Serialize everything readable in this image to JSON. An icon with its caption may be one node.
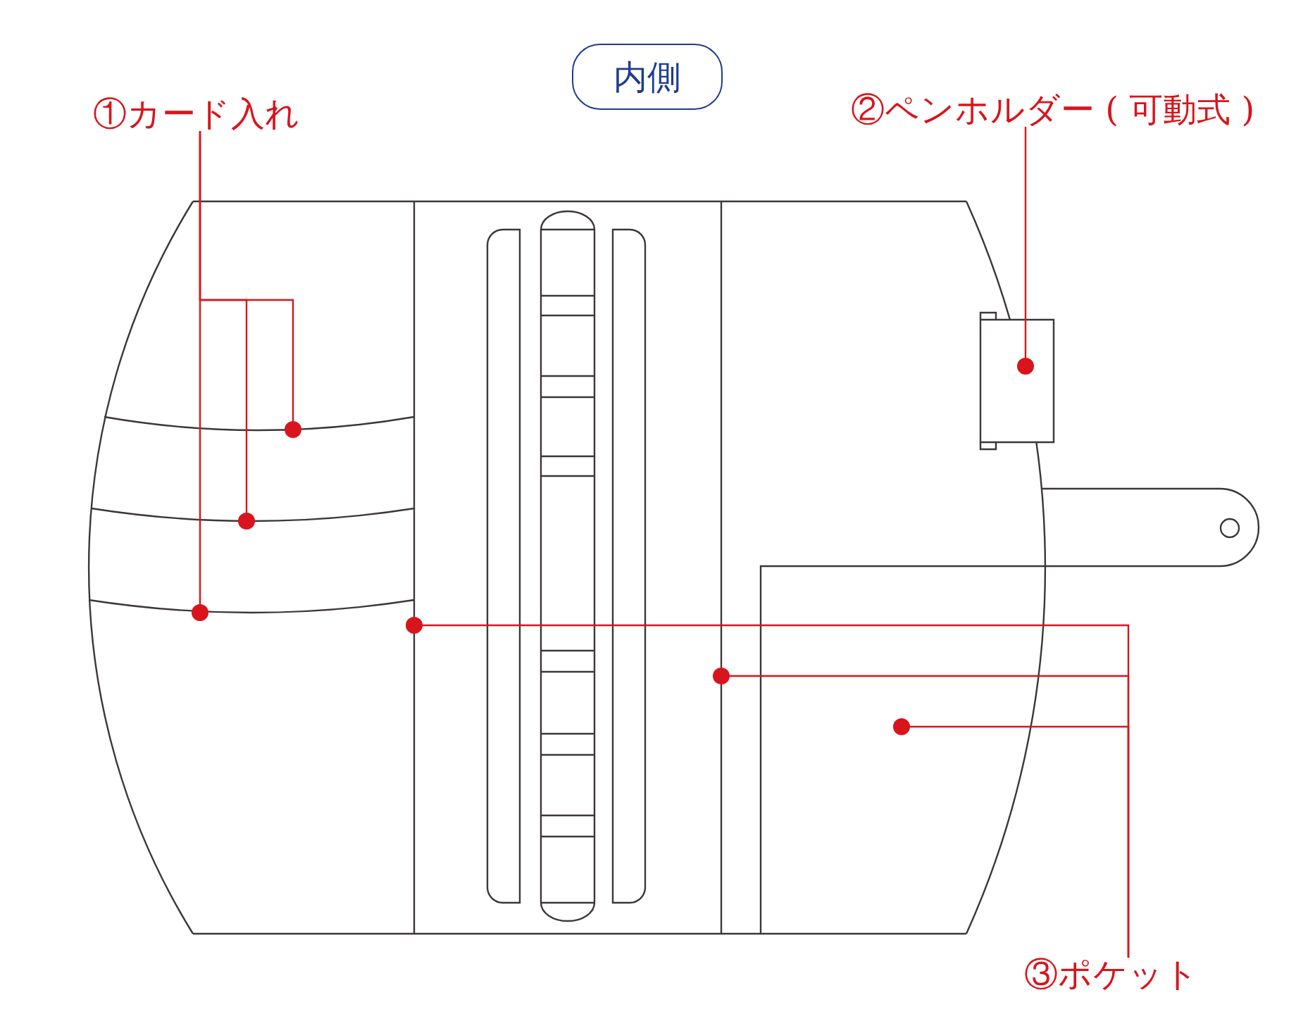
{
  "diagram": {
    "title": "内側",
    "nodes": [
      {
        "text": [
          "①カード入れ"
        ]
      },
      {
        "text": [
          "②ペンホルダー ( 可動式 )"
        ]
      },
      {
        "text": [],
        "shape": "line"
      },
      {
        "text": [],
        "shape": "line"
      },
      {
        "text": [],
        "shape": "line"
      },
      {
        "text": [],
        "shape": "box"
      },
      {
        "text": [],
        "shape": "line"
      },
      {
        "text": [],
        "shape": "line"
      },
      {
        "text": [],
        "shape": "box"
      },
      {
        "text": [
          "③ポケット"
        ]
      }
    ],
    "edges": [
      {
        "from": 0,
        "to": 2,
        "arrow": "other"
      },
      {
        "from": 0,
        "to": 3,
        "arrow": "other"
      },
      {
        "from": 0,
        "to": 4,
        "arrow": "other"
      },
      {
        "from": 1,
        "to": 5,
        "arrow": "other"
      },
      {
        "from": 9,
        "to": 6,
        "arrow": "other"
      },
      {
        "from": 9,
        "to": 7,
        "arrow": "other"
      },
      {
        "from": 9,
        "to": 8,
        "arrow": "other"
      }
    ]
  }
}
